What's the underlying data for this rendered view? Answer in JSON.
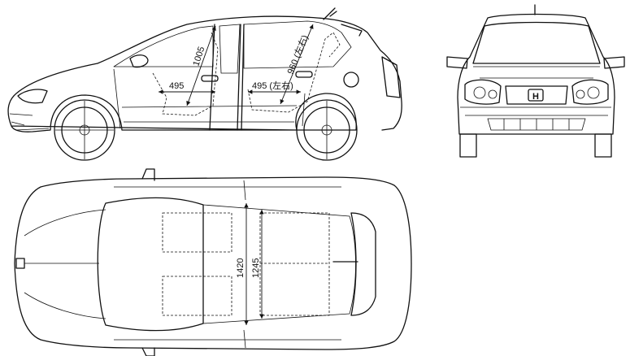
{
  "side_view": {
    "dimensions": [
      {
        "id": "front_headroom",
        "label": "1005"
      },
      {
        "id": "rear_headroom",
        "label": "960 (左右)"
      },
      {
        "id": "front_legroom",
        "label": "495"
      },
      {
        "id": "rear_legroom",
        "label": "495 (左右)"
      }
    ]
  },
  "top_view": {
    "dimensions": [
      {
        "id": "shoulder_width",
        "label": "1420"
      },
      {
        "id": "interior_width",
        "label": "1245"
      }
    ]
  },
  "front_view": {
    "badge": "H"
  }
}
